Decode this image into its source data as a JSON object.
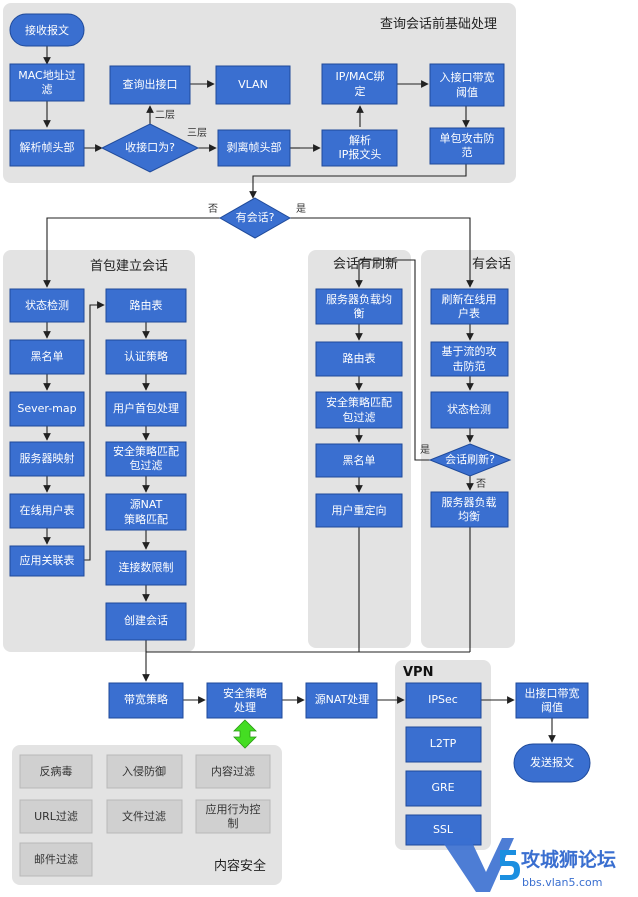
{
  "titles": {
    "pre": "查询会话前基础处理",
    "first": "首包建立会话",
    "refresh": "会话有刷新",
    "has": "有会话",
    "vpn": "VPN",
    "content": "内容安全"
  },
  "nodes": {
    "receive": "接收报文",
    "mac_filter": [
      "MAC地址过",
      "滤"
    ],
    "parse_frame": "解析帧头部",
    "recv_port": "收接口为?",
    "lookup_port": "查询出接口",
    "strip_frame": "剥离帧头部",
    "vlan": "VLAN",
    "ipmac": [
      "IP/MAC绑",
      "定"
    ],
    "parse_ip": [
      "解析",
      "IP报文头"
    ],
    "in_bw": [
      "入接口带宽",
      "阈值"
    ],
    "single_attack": [
      "单包攻击防",
      "范"
    ],
    "has_session": "有会话?",
    "state_check": "状态检测",
    "blacklist": "黑名单",
    "server_map": "Sever-map",
    "server_mapping": "服务器映射",
    "online_user": "在线用户表",
    "app_assoc": "应用关联表",
    "route": "路由表",
    "auth_policy": "认证策略",
    "user_first": "用户首包处理",
    "sec_policy_filter": [
      "安全策略匹配",
      "包过滤"
    ],
    "src_nat_policy": [
      "源NAT",
      "策略匹配"
    ],
    "conn_limit": "连接数限制",
    "create_session": "创建会话",
    "server_lb_r": [
      "服务器负载均",
      "衡"
    ],
    "route_r": "路由表",
    "sec_policy_r": [
      "安全策略匹配",
      "包过滤"
    ],
    "blacklist_r": "黑名单",
    "user_redirect": "用户重定向",
    "refresh_online": [
      "刷新在线用",
      "户表"
    ],
    "flow_attack": [
      "基于流的攻",
      "击防范"
    ],
    "state_check_h": "状态检测",
    "session_refresh": "会话刷新?",
    "server_lb_h": [
      "服务器负载",
      "均衡"
    ],
    "bw_policy": "带宽策略",
    "sec_proc": [
      "安全策略",
      "处理"
    ],
    "src_nat_proc": "源NAT处理",
    "ipsec": "IPSec",
    "l2tp": "L2TP",
    "gre": "GRE",
    "ssl": "SSL",
    "out_bw": [
      "出接口带宽",
      "阈值"
    ],
    "send": "发送报文"
  },
  "content_security": {
    "antivirus": "反病毒",
    "ips": "入侵防御",
    "content_filter": "内容过滤",
    "url_filter": "URL过滤",
    "file_filter": "文件过滤",
    "app_control": [
      "应用行为控",
      "制"
    ],
    "mail_filter": "邮件过滤"
  },
  "edge_labels": {
    "layer2": "二层",
    "layer3": "三层",
    "no": "否",
    "yes": "是",
    "yes2": "是",
    "no2": "否"
  },
  "watermark": {
    "brand": "攻城狮论坛",
    "url": "bbs.vlan5.com",
    "logo_letter": "V5"
  },
  "colors": {
    "node_fill": "#3a6fd0",
    "node_border": "#1f4a9a",
    "panel": "#e3e3e3",
    "content_node": "#d0d0d0",
    "link_arrow": "#44dd22",
    "watermark_blue": "#3a6fd0"
  }
}
